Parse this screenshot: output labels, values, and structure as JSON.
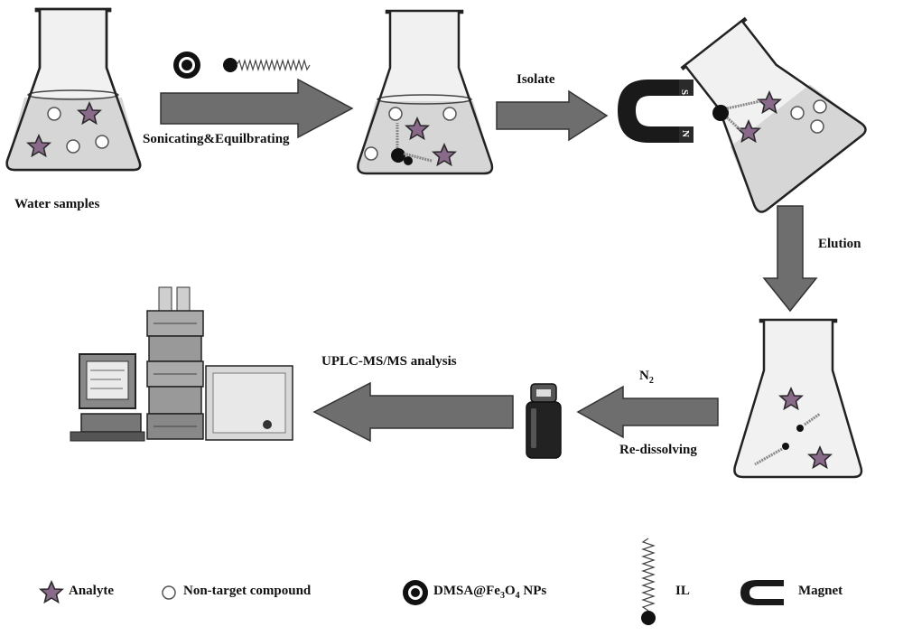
{
  "labels": {
    "water_samples": "Water samples",
    "sonicating": "Sonicating&Equilbrating",
    "isolate": "Isolate",
    "elution": "Elution",
    "uplc": "UPLC-MS/MS analysis",
    "n2": "N",
    "n2_sub": "2",
    "redissolving": "Re-dissolving",
    "magnet_s": "S",
    "magnet_n": "N"
  },
  "legend": {
    "analyte": "Analyte",
    "non_target": "Non-target compound",
    "dmsa_a": "DMSA@Fe",
    "dmsa_sub1": "3",
    "dmsa_b": "O",
    "dmsa_sub2": "4",
    "dmsa_c": " NPs",
    "il": "IL",
    "magnet": "Magnet"
  },
  "colors": {
    "arrow": "#6e6e6e",
    "star": "#8a6a8a",
    "liquid": "#d6d6d6",
    "glass": "#f1f1f1",
    "magnet": "#1a1a1a"
  }
}
